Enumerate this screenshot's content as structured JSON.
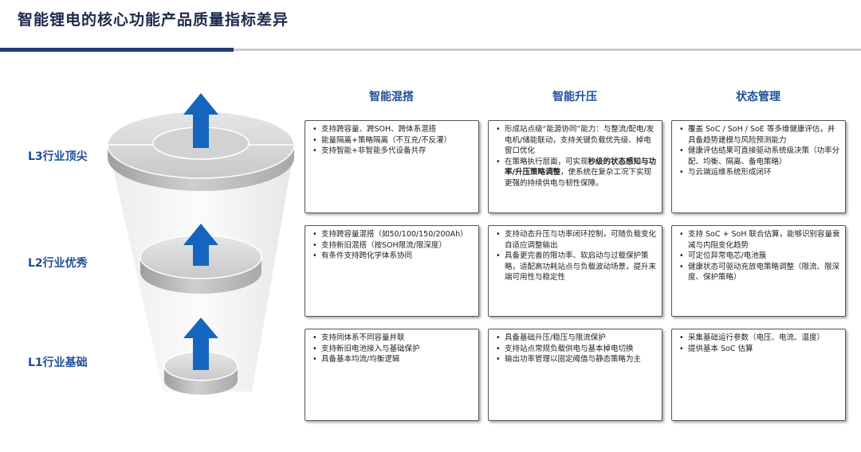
{
  "title": "智能锂电的核心功能产品质量指标差异",
  "levels": [
    {
      "label": "L3行业顶尖"
    },
    {
      "label": "L2行业优秀"
    },
    {
      "label": "L1行业基础"
    }
  ],
  "columns": [
    {
      "header": "智能混搭"
    },
    {
      "header": "智能升压"
    },
    {
      "header": "状态管理"
    }
  ],
  "cells": {
    "l3": {
      "mix": [
        "支持跨容量、跨SOH、跨体系混搭",
        "能量隔离+策略隔离（不互充/不反灌）",
        "支持智能+非智能多代设备共存"
      ],
      "boost": {
        "item1": "形成站点级“能源协同”能力：与整流/配电/发电机/储能联动，支持关键负载优先级、掉电窗口优化",
        "item2_pre": "在策略执行层面，可实现",
        "item2_bold": "秒级的状态感知与功率/升压策略调整",
        "item2_post": "，使系统在复杂工况下实现更强的持续供电与韧性保障。"
      },
      "state": [
        "覆盖 SoC / SoH / SoE 等多维健康评估，并具备趋势建模与风险预测能力",
        "健康评估结果可直接驱动系统级决策（功率分配、均衡、隔离、备电策略）",
        "与云端运维系统形成闭环"
      ]
    },
    "l2": {
      "mix": [
        "支持跨容量混搭（如50/100/150/200Ah）",
        "支持新旧混搭（按SOH限流/限深度）",
        "有条件支持跨化学体系协同"
      ],
      "boost": [
        "支持动态升压与功率闭环控制，可随负载变化自适应调整输出",
        "具备更完善的限功率、软启动与过载保护策略，适配高功耗站点与负载波动场景，提升末端可用性与稳定性"
      ],
      "state": [
        "支持 SoC + SoH 联合估算，能够识别容量衰减与内阻变化趋势",
        "可定位异常电芯/电池簇",
        "健康状态可驱动充放电策略调整（限流、限深度、保护策略）"
      ]
    },
    "l1": {
      "mix": [
        "支持同体系不同容量并联",
        "支持新旧电池接入与基础保护",
        "具备基本均流/均衡逻辑"
      ],
      "boost": [
        "具备基础升压/稳压与限流保护",
        "支持站点常规负载供电与基本掉电切换",
        "输出功率管理以固定阈值与静态策略为主"
      ],
      "state": [
        "采集基础运行参数（电压、电流、温度）",
        "提供基本 SoC 估算"
      ]
    }
  },
  "colors": {
    "accent": "#1f4e9a",
    "arrow": "#1565c0",
    "title": "#1b2a4a",
    "rule_dark": "#1f3a70",
    "rule_light": "#c7ccd4",
    "disk": "#bdbdbd"
  },
  "icons": {
    "level_arrow": "arrow-up-icon"
  }
}
